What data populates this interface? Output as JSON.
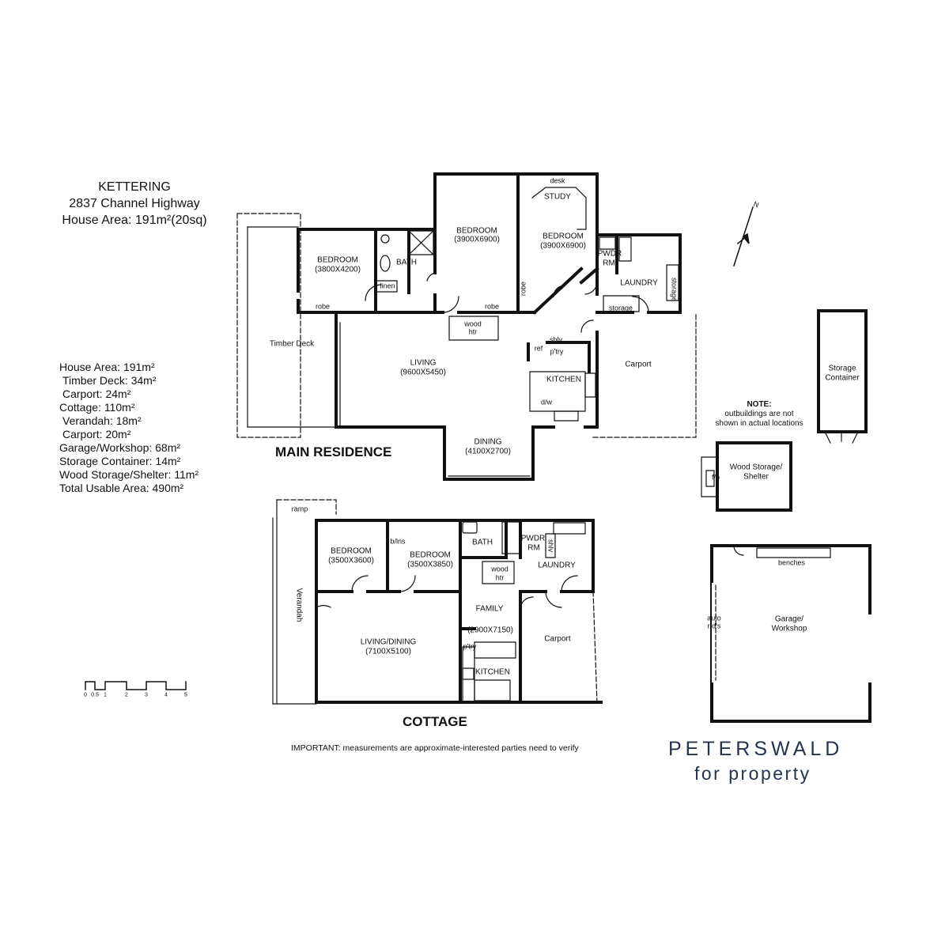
{
  "header": {
    "suburb": "KETTERING",
    "address": "2837 Channel Highway",
    "house_area": "House Area: 191m²(20sq)"
  },
  "areas": [
    "House Area: 191m²",
    "Timber Deck: 34m²",
    "Carport: 24m²",
    "Cottage: 110m²",
    "Verandah: 18m²",
    "Carport: 20m²",
    "Garage/Workshop: 68m²",
    "Storage Container: 14m²",
    "Wood Storage/Shelter: 11m²",
    "Total Usable Area: 490m²"
  ],
  "main_residence": {
    "title": "MAIN RESIDENCE",
    "rooms": {
      "bedroom1": "BEDROOM",
      "bedroom1_size": "(3800X4200)",
      "bath": "BATH",
      "linen": "linen",
      "robe1": "robe",
      "bedroom2": "BEDROOM",
      "bedroom2_size": "(3900X6900)",
      "robe2": "robe",
      "desk": "desk",
      "study": "STUDY",
      "bedroom3": "BEDROOM",
      "bedroom3_size": "(3900X6900)",
      "robe3": "robe",
      "pwdr": "PWDR",
      "rm": "RM",
      "laundry": "LAUNDRY",
      "storage_v": "storage",
      "storage_h": "storage",
      "timber_deck": "Timber Deck",
      "wood": "wood",
      "htr": "htr",
      "living": "LIVING",
      "living_size": "(9600X5450)",
      "shlv": "shlv",
      "ref": "ref",
      "ptry": "p'try",
      "kitchen": "KITCHEN",
      "dw": "d/w",
      "carport": "Carport",
      "dining": "DINING",
      "dining_size": "(4100X2700)"
    }
  },
  "cottage": {
    "title": "COTTAGE",
    "rooms": {
      "ramp": "ramp",
      "verandah": "Verandah",
      "bedroom1": "BEDROOM",
      "bedroom1_size": "(3500X3600)",
      "blins": "b/lns",
      "bedroom2": "BEDROOM",
      "bedroom2_size": "(3500X3850)",
      "bath": "BATH",
      "pwdr": "PWDR",
      "rm": "RM",
      "shlv": "shlv",
      "laundry": "LAUNDRY",
      "wood": "wood",
      "htr": "htr",
      "family": "FAMILY",
      "family_size": "(2900X7150)",
      "living_dining": "LIVING/DINING",
      "living_dining_size": "(7100X5100)",
      "ptry": "p'try",
      "kitchen": "KITCHEN",
      "carport": "Carport"
    }
  },
  "outbuildings": {
    "storage_container_1": "Storage",
    "storage_container_2": "Container",
    "note_title": "NOTE:",
    "note_line1": "outbuildings are not",
    "note_line2": "shown in actual locations",
    "wood_storage_1": "Wood Storage/",
    "wood_storage_2": "Shelter",
    "fp": "f/p",
    "benches": "benches",
    "auto": "auto",
    "rds": "r/d's",
    "garage_1": "Garage/",
    "garage_2": "Workshop"
  },
  "compass": {
    "label": "N"
  },
  "scale": {
    "ticks": [
      "0",
      "0.5",
      "1",
      "2",
      "3",
      "4",
      "5"
    ]
  },
  "disclaimer": "IMPORTANT: measurements are approximate-interested parties need to verify",
  "brand": {
    "name": "PETERSWALD",
    "tagline": "for property",
    "color": "#24344f"
  }
}
